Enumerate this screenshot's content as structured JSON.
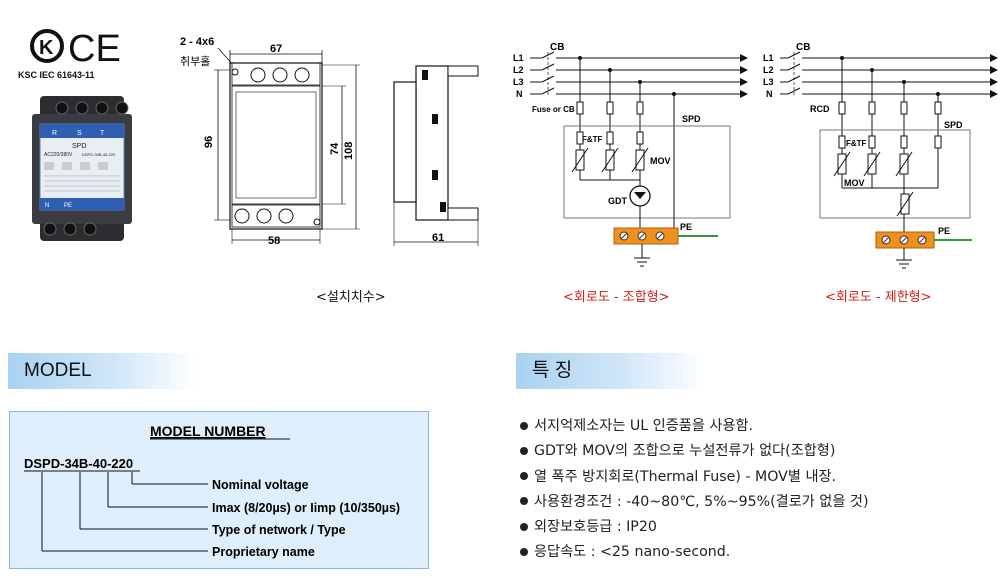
{
  "certification": {
    "ks_label": "K",
    "ce_label": "CE",
    "standard": "KSC IEC 61643-11"
  },
  "product_photo": {
    "title": "SPD",
    "rating": "AC220/380V",
    "model_small": "DSPD-34B-40-220",
    "terminal_top_labels": [
      "R",
      "S",
      "T"
    ],
    "terminal_bottom_labels": [
      "N",
      "PE"
    ]
  },
  "dimension_drawing": {
    "hole_label": "2 - 4x6",
    "hole_note": "취부홀",
    "width_top": "67",
    "height_left": "96",
    "height_inner": "74",
    "height_outer": "108",
    "width_bottom": "58",
    "depth": "61",
    "caption": "<설치치수>"
  },
  "circuit_combined": {
    "lines": [
      "L1",
      "L2",
      "L3",
      "N"
    ],
    "cb_label": "CB",
    "fuse_label": "Fuse or CB",
    "spd_label": "SPD",
    "ftf_label": "F&TF",
    "mov_label": "MOV",
    "gdt_label": "GDT",
    "pe_label": "PE",
    "caption": "<회로도 - 조합형>"
  },
  "circuit_limited": {
    "lines": [
      "L1",
      "L2",
      "L3",
      "N"
    ],
    "cb_label": "CB",
    "rcd_label": "RCD",
    "spd_label": "SPD",
    "ftf_label": "F&TF",
    "mov_label": "MOV",
    "pe_label": "PE",
    "caption": "<회로도 - 제한형>"
  },
  "model_section": {
    "header": "MODEL",
    "box_title": "MODEL NUMBER",
    "model_code": "DSPD-34B-40-220",
    "callouts": [
      "Nominal voltage",
      "Imax (8/20µs) or Iimp (10/350µs)",
      "Type of network / Type",
      "Proprietary name"
    ]
  },
  "features_section": {
    "header": "특 징",
    "items": [
      "서지억제소자는 UL 인증품을 사용함.",
      "GDT와 MOV의 조합으로 누설전류가 없다(조합형)",
      "열 폭주 방지회로(Thermal Fuse) - MOV별 내장.",
      "사용환경조건 : -40~80℃, 5%~95%(결로가 없을 것)",
      "외장보호등급 : IP20",
      "응답속도 : <25 nano-second."
    ]
  },
  "colors": {
    "header_blue": "#a9d2f0",
    "model_box_bg": "#dfeefb",
    "caption_red": "#d2201c",
    "pe_orange": "#f0901e",
    "pe_wire_green": "#2e9b3a"
  }
}
